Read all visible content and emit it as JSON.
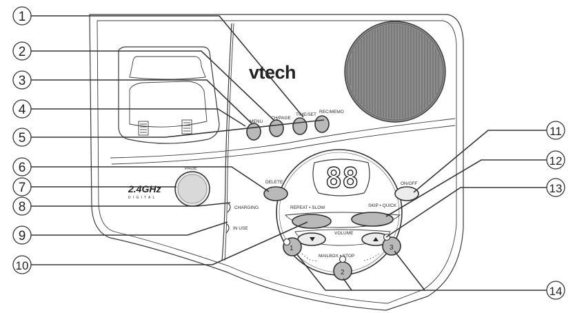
{
  "brand": "vtech",
  "display_digits": "88",
  "logo": {
    "main": "2.4GHz",
    "sub": "DIGITAL"
  },
  "buttons": {
    "menu": "MENU",
    "ch_page": "CH/PAGE",
    "time_set": "TIME/SET",
    "rec_memo": "REC/MEMO",
    "delete": "DELETE",
    "on_off": "ON/OFF",
    "page": "PAGE",
    "repeat_slow": "REPEAT • SLOW",
    "skip_quick": "SKIP • QUICK",
    "volume": "VOLUME",
    "mailbox_stop": "MAILBOX • STOP",
    "mailbox_1": "1",
    "mailbox_2": "2",
    "mailbox_3": "3"
  },
  "indicators": {
    "charging": "CHARGING",
    "in_use": "IN USE"
  },
  "callouts": [
    "1",
    "2",
    "3",
    "4",
    "5",
    "6",
    "7",
    "8",
    "9",
    "10",
    "11",
    "12",
    "13",
    "14"
  ]
}
